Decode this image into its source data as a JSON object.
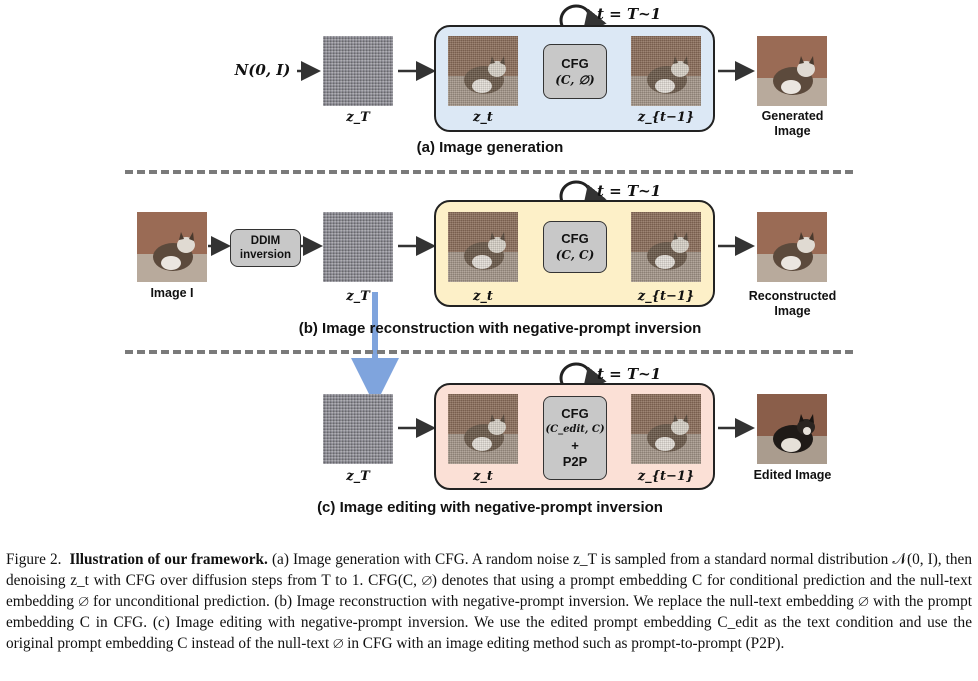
{
  "loop_label": "t = T~1",
  "panel_a": {
    "input": "N(0, I)",
    "z_T": "z_T",
    "z_t": "z_t",
    "z_t1": "z_{t−1}",
    "cfg_title": "CFG",
    "cfg_args": "(C, ∅)",
    "output": "Generated Image",
    "title": "(a) Image generation",
    "color": "#dce8f5"
  },
  "panel_b": {
    "input": "Image I",
    "process": "DDIM inversion",
    "z_T": "z_T",
    "z_t": "z_t",
    "z_t1": "z_{t−1}",
    "cfg_title": "CFG",
    "cfg_args": "(C, C)",
    "output": "Reconstructed Image",
    "title": "(b) Image reconstruction with negative-prompt inversion",
    "color": "#fdf0c8"
  },
  "panel_c": {
    "z_T": "z_T",
    "z_t": "z_t",
    "z_t1": "z_{t−1}",
    "cfg_title": "CFG",
    "cfg_args": "(C_edit, C)",
    "cfg_plus": "+",
    "cfg_method": "P2P",
    "output": "Edited Image",
    "title": "(c) Image editing with negative-prompt inversion",
    "color": "#fbe0d6"
  },
  "caption": {
    "figure_label": "Figure 2.",
    "bold_title": "Illustration of our framework.",
    "text": "(a) Image generation with CFG. A random noise z_T is sampled from a standard normal distribution 𝒩(0, I), then denoising z_t with CFG over diffusion steps from T to 1. CFG(C, ∅) denotes that using a prompt embedding C for conditional prediction and the null-text embedding ∅ for unconditional prediction. (b) Image reconstruction with negative-prompt inversion. We replace the null-text embedding ∅ with the prompt embedding C in CFG. (c) Image editing with negative-prompt inversion. We use the edited prompt embedding C_edit as the text condition and use the original prompt embedding C instead of the null-text ∅ in CFG with an image editing method such as prompt-to-prompt (P2P)."
  },
  "colors": {
    "arrow": "#333333",
    "connector": "#7fa4dd",
    "divider": "#7a7a7a"
  }
}
